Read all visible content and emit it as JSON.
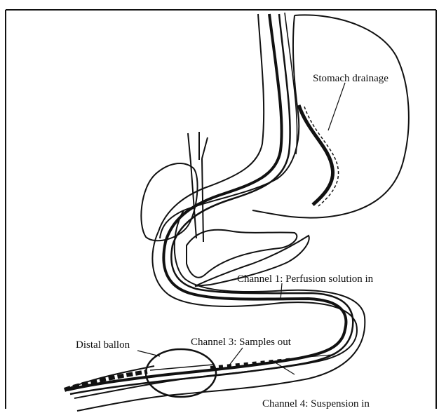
{
  "diagram": {
    "labels": {
      "stomach_drainage": "Stomach drainage",
      "channel_1": "Channel 1: Perfusion solution in",
      "distal_balloon": "Distal ballon",
      "channel_3": "Channel 3: Samples out",
      "channel_4": "Channel 4: Suspension in"
    },
    "colors": {
      "ink": "#111111",
      "background": "#ffffff"
    }
  }
}
